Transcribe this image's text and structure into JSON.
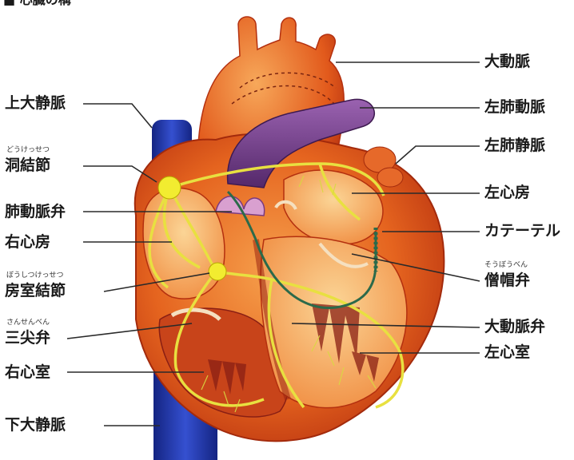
{
  "header": {
    "title_partial": "■ 心臓の構"
  },
  "labels": {
    "superior_vena_cava": "上大静脈",
    "sa_node": "洞結節",
    "sa_node_ruby": "どうけっせつ",
    "pulmonary_valve": "肺動脈弁",
    "right_atrium": "右心房",
    "av_node": "房室結節",
    "av_node_ruby": "ぼうしつけっせつ",
    "tricuspid_valve": "三尖弁",
    "tricuspid_valve_ruby": "さんせんべん",
    "right_ventricle": "右心室",
    "inferior_vena_cava": "下大静脈",
    "aorta": "大動脈",
    "pulmonary_artery": "左肺動脈",
    "pulmonary_veins": "左肺静脈",
    "left_atrium": "左心房",
    "catheter": "カテーテル",
    "mitral_valve": "僧帽弁",
    "mitral_valve_ruby": "そうぼうべん",
    "aortic_valve": "大動脈弁",
    "left_ventricle": "左心室"
  },
  "colors": {
    "heart_outer": "#e0531c",
    "heart_inner": "#f28a3a",
    "chamber_light": "#f8c27a",
    "vena_cava": "#2338a8",
    "pulmonary_artery": "#6e3a86",
    "conduction": "#e8e040",
    "catheter": "#2c6a4a",
    "muscle_dark": "#8a1f14"
  }
}
